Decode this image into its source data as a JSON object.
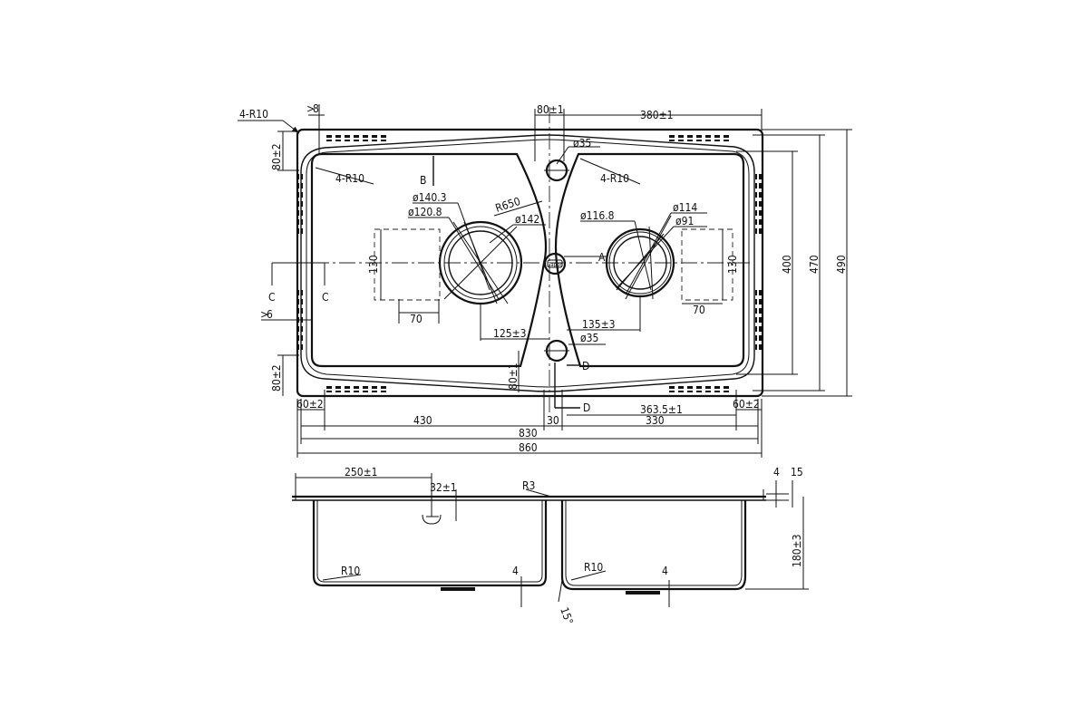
{
  "labels": {
    "r10_corner_outer": "4-R10",
    "r10_corner_inner": "4-R10",
    "r10_corner_right": "4-R10",
    "thickness_top": "8",
    "thickness_left": "6",
    "dim_80_left_top": "80±2",
    "dim_80_left_bot": "80±2",
    "dim_80_top": "80±1",
    "dim_80_bot": "80±1",
    "dim_380": "380±1",
    "dim_363": "363.5±1",
    "dim_60_left": "60±2",
    "dim_60_right": "60±2",
    "dim_430": "430",
    "dim_30": "30",
    "dim_330": "330",
    "dim_830": "830",
    "dim_860": "860",
    "dim_400": "400",
    "dim_470": "470",
    "dim_490": "490",
    "dim_130_left": "130",
    "dim_130_right": "130",
    "dim_70_left": "70",
    "dim_70_right": "70",
    "dim_125": "125±3",
    "dim_135": "135±3",
    "dia_35_top": "ø35",
    "dia_35_bot": "ø35",
    "dia_140": "ø140.3",
    "dia_120": "ø120.8",
    "dia_142": "ø142",
    "r650": "R650",
    "dia_116": "ø116.8",
    "dia_114": "ø114",
    "dia_91": "ø91",
    "sec_b": "B",
    "sec_c_left": "C",
    "sec_c_right": "C",
    "sec_a": "A",
    "sec_d_top": "D",
    "sec_d_bot": "D",
    "dim_250": "250±1",
    "dim_32": "32±1",
    "r3": "R3",
    "dim_4_top": "4",
    "dim_15": "15",
    "dim_180": "180±3",
    "r10_bowl_left": "R10",
    "r10_bowl_right": "R10",
    "dim_4_left": "4",
    "dim_4_right": "4",
    "angle_15": "15°",
    "brand_badge": "Gappo"
  }
}
